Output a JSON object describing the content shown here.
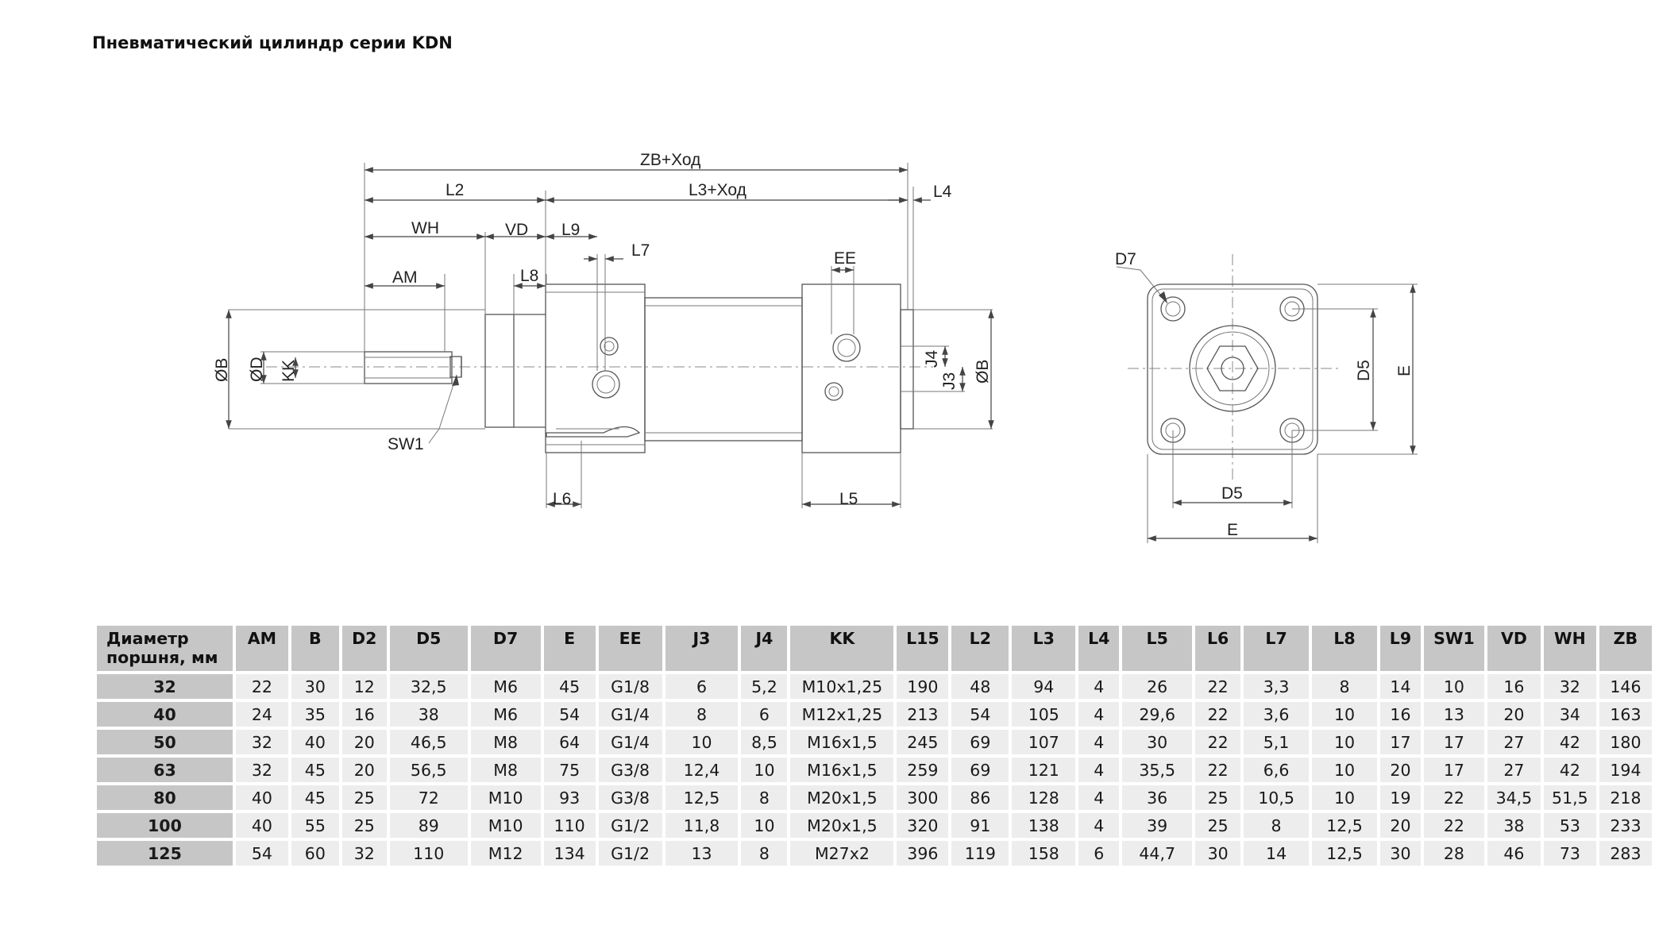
{
  "title": "Пневматический цилиндр серии KDN",
  "drawing": {
    "side_view_labels": {
      "zb_stroke": "ZB+Ход",
      "l2": "L2",
      "l3_stroke": "L3+Ход",
      "l4": "L4",
      "wh": "WH",
      "vd": "VD",
      "l9": "L9",
      "l7": "L7",
      "ee": "EE",
      "am": "AM",
      "l8": "L8",
      "ob_left": "ØB",
      "od": "ØD",
      "kk": "KK",
      "j4": "J4",
      "j3": "J3",
      "ob_right": "ØB",
      "sw1": "SW1",
      "l6": "L6",
      "l5": "L5"
    },
    "end_view_labels": {
      "d7": "D7",
      "d5_vertical": "D5",
      "e_vertical": "E",
      "d5_horizontal": "D5",
      "e_horizontal": "E"
    }
  },
  "table": {
    "headers": [
      "Диаметр поршня, мм",
      "AM",
      "B",
      "D2",
      "D5",
      "D7",
      "E",
      "EE",
      "J3",
      "J4",
      "KK",
      "L15",
      "L2",
      "L3",
      "L4",
      "L5",
      "L6",
      "L7",
      "L8",
      "L9",
      "SW1",
      "VD",
      "WH",
      "ZB"
    ],
    "rows": [
      [
        "32",
        "22",
        "30",
        "12",
        "32,5",
        "M6",
        "45",
        "G1/8",
        "6",
        "5,2",
        "M10x1,25",
        "190",
        "48",
        "94",
        "4",
        "26",
        "22",
        "3,3",
        "8",
        "14",
        "10",
        "16",
        "32",
        "146"
      ],
      [
        "40",
        "24",
        "35",
        "16",
        "38",
        "M6",
        "54",
        "G1/4",
        "8",
        "6",
        "M12x1,25",
        "213",
        "54",
        "105",
        "4",
        "29,6",
        "22",
        "3,6",
        "10",
        "16",
        "13",
        "20",
        "34",
        "163"
      ],
      [
        "50",
        "32",
        "40",
        "20",
        "46,5",
        "M8",
        "64",
        "G1/4",
        "10",
        "8,5",
        "M16x1,5",
        "245",
        "69",
        "107",
        "4",
        "30",
        "22",
        "5,1",
        "10",
        "17",
        "17",
        "27",
        "42",
        "180"
      ],
      [
        "63",
        "32",
        "45",
        "20",
        "56,5",
        "M8",
        "75",
        "G3/8",
        "12,4",
        "10",
        "M16x1,5",
        "259",
        "69",
        "121",
        "4",
        "35,5",
        "22",
        "6,6",
        "10",
        "20",
        "17",
        "27",
        "42",
        "194"
      ],
      [
        "80",
        "40",
        "45",
        "25",
        "72",
        "M10",
        "93",
        "G3/8",
        "12,5",
        "8",
        "M20x1,5",
        "300",
        "86",
        "128",
        "4",
        "36",
        "25",
        "10,5",
        "10",
        "19",
        "22",
        "34,5",
        "51,5",
        "218"
      ],
      [
        "100",
        "40",
        "55",
        "25",
        "89",
        "M10",
        "110",
        "G1/2",
        "11,8",
        "10",
        "M20x1,5",
        "320",
        "91",
        "138",
        "4",
        "39",
        "25",
        "8",
        "12,5",
        "20",
        "22",
        "38",
        "53",
        "233"
      ],
      [
        "125",
        "54",
        "60",
        "32",
        "110",
        "M12",
        "134",
        "G1/2",
        "13",
        "8",
        "M27x2",
        "396",
        "119",
        "158",
        "6",
        "44,7",
        "30",
        "14",
        "12,5",
        "30",
        "28",
        "46",
        "73",
        "283"
      ]
    ]
  }
}
